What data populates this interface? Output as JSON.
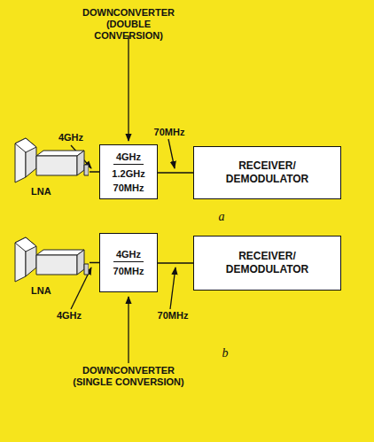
{
  "diagram": {
    "nodes": [
      {
        "text": [
          "LNA"
        ]
      },
      {
        "text": [
          "4GHz",
          "1.2GHz",
          "70MHz"
        ]
      },
      {
        "text": [
          "RECEIVER/ DEMODULATOR"
        ]
      },
      {
        "text": [
          "LNA"
        ]
      },
      {
        "text": [
          "4GHz",
          "70MHz"
        ]
      },
      {
        "text": [
          "RECEIVER/ DEMODULATOR"
        ]
      }
    ],
    "edges": [
      {
        "from": 0,
        "to": 1,
        "arrow": "none"
      },
      {
        "from": 1,
        "to": 2,
        "arrow": "none"
      },
      {
        "from": 3,
        "to": 4,
        "arrow": "none"
      },
      {
        "from": 4,
        "to": 5,
        "arrow": "none"
      }
    ],
    "labels": [
      "DOWNCONVERTER (DOUBLE CONVERSION)",
      "4GHz",
      "70MHz",
      "a",
      "4GHz",
      "70MHz",
      "b",
      "DOWNCONVERTER (SINGLE CONVERSION)"
    ]
  }
}
